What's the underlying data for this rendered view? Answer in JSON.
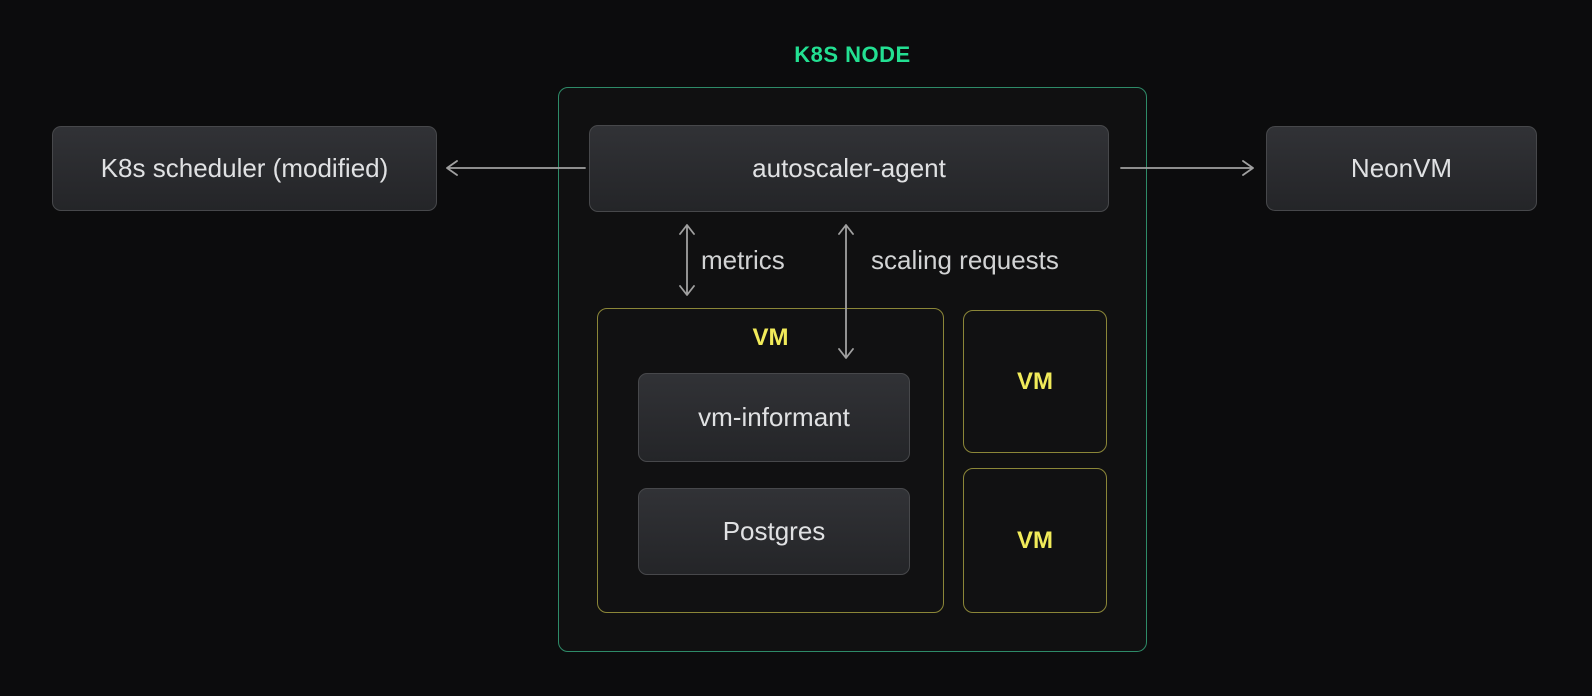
{
  "title": "K8S NODE",
  "nodes": {
    "scheduler": "K8s scheduler (modified)",
    "autoscaler": "autoscaler-agent",
    "neonvm": "NeonVM",
    "vm_informant": "vm-informant",
    "postgres": "Postgres"
  },
  "vm_labels": {
    "main": "VM",
    "small_top": "VM",
    "small_bottom": "VM"
  },
  "edge_labels": {
    "metrics": "metrics",
    "scaling_requests": "scaling requests"
  },
  "colors": {
    "background": "#0c0c0d",
    "title_green": "#23e092",
    "container_border_green": "#2e8b68",
    "vm_border_yellow": "#8b8638",
    "vm_label_yellow": "#f1eb5a",
    "arrow_gray": "#a0a0a0",
    "node_fill_top": "#313236",
    "node_fill_bottom": "#242528",
    "node_border": "#47484b",
    "node_text": "#e0e1e3"
  }
}
